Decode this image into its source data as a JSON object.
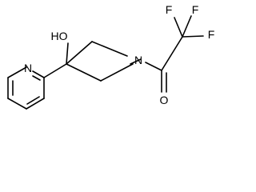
{
  "molecule": {
    "atom_labels": {
      "f1": "F",
      "f2": "F",
      "f3": "F",
      "oh": "HO",
      "n_azetidine": "N",
      "n_pyridine": "N",
      "o_carbonyl": "O"
    }
  }
}
